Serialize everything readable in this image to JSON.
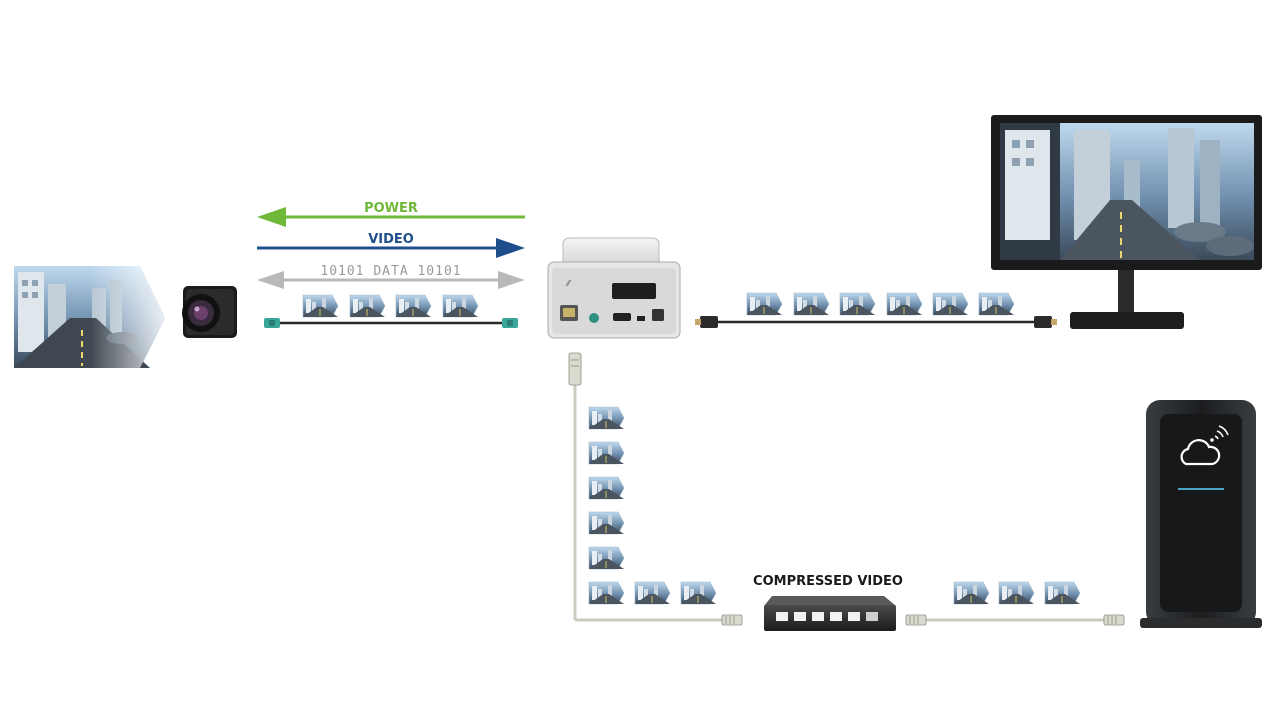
{
  "labels": {
    "power": "POWER",
    "video": "VIDEO",
    "data": "10101 DATA 10101",
    "compressed_video": "COMPRESSED VIDEO"
  },
  "colors": {
    "power": "#6fb83a",
    "video": "#1f4e8c",
    "data": "#b9b9b9",
    "connector": "#3aa69a",
    "cable": "#2a2a2a",
    "ethernet_cable": "#c9cdc0"
  },
  "devices": [
    {
      "name": "camera-scene-image",
      "icon": "city-street-scene"
    },
    {
      "name": "camera",
      "icon": "board-camera"
    },
    {
      "name": "frame-grabber",
      "icon": "grabber-box"
    },
    {
      "name": "monitor",
      "icon": "display-monitor"
    },
    {
      "name": "network-switch",
      "icon": "ethernet-switch"
    },
    {
      "name": "cloud-server",
      "icon": "cloud-tower"
    }
  ]
}
